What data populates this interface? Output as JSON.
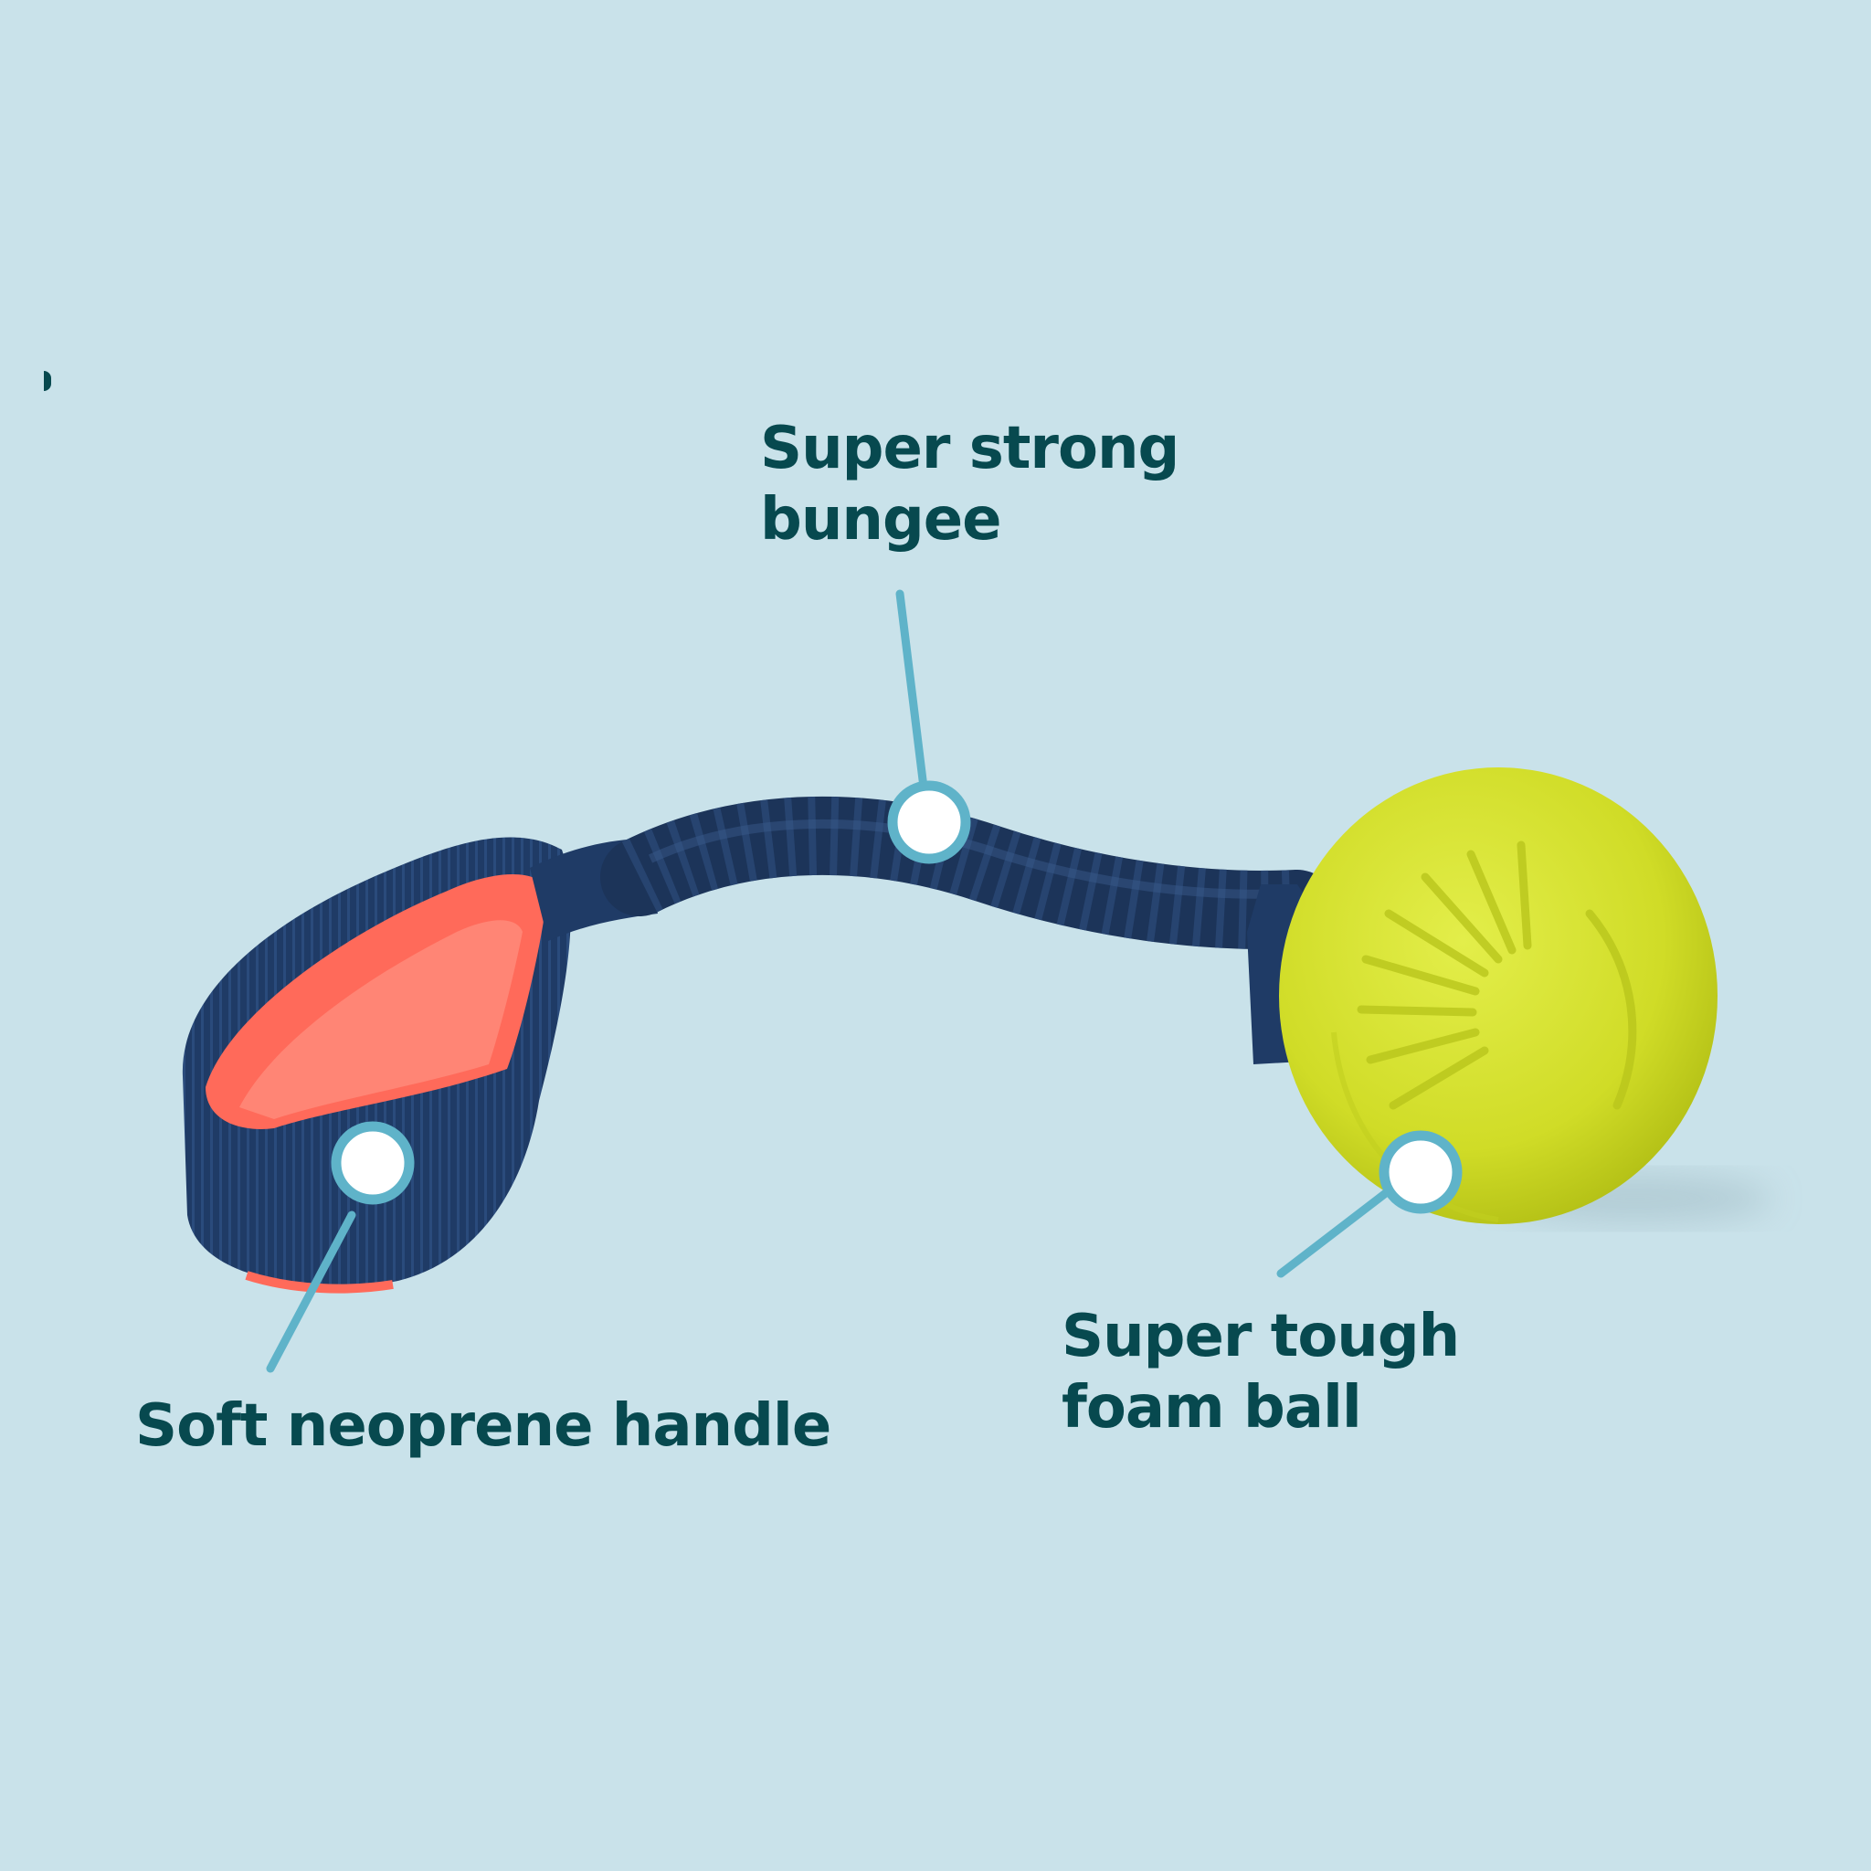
{
  "callouts": {
    "bungee": {
      "line1": "Super strong",
      "line2": "bungee"
    },
    "handle": {
      "text": "Soft neoprene handle"
    },
    "ball": {
      "line1": "Super tough",
      "line2": "foam ball"
    }
  },
  "colors": {
    "background": "#c9e2ea",
    "label_text": "#07494f",
    "callout_line": "#5fb3c9",
    "callout_dot": "#ffffff",
    "strap_navy": "#1f3b66",
    "handle_coral": "#ff6a5a",
    "ball_yellow": "#d4e02e"
  }
}
